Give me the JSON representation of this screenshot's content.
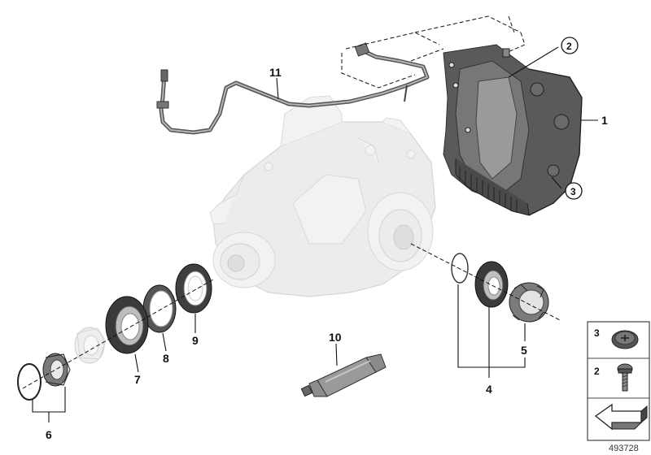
{
  "callouts": {
    "c1": "1",
    "c2": "2",
    "c3": "3",
    "c4": "4",
    "c5": "5",
    "c6": "6",
    "c7": "7",
    "c8": "8",
    "c9": "9",
    "c10": "10",
    "c11": "11"
  },
  "legend": {
    "row_bolt_flat": "3",
    "row_bolt_hex": "2"
  },
  "reference_number": "493728"
}
